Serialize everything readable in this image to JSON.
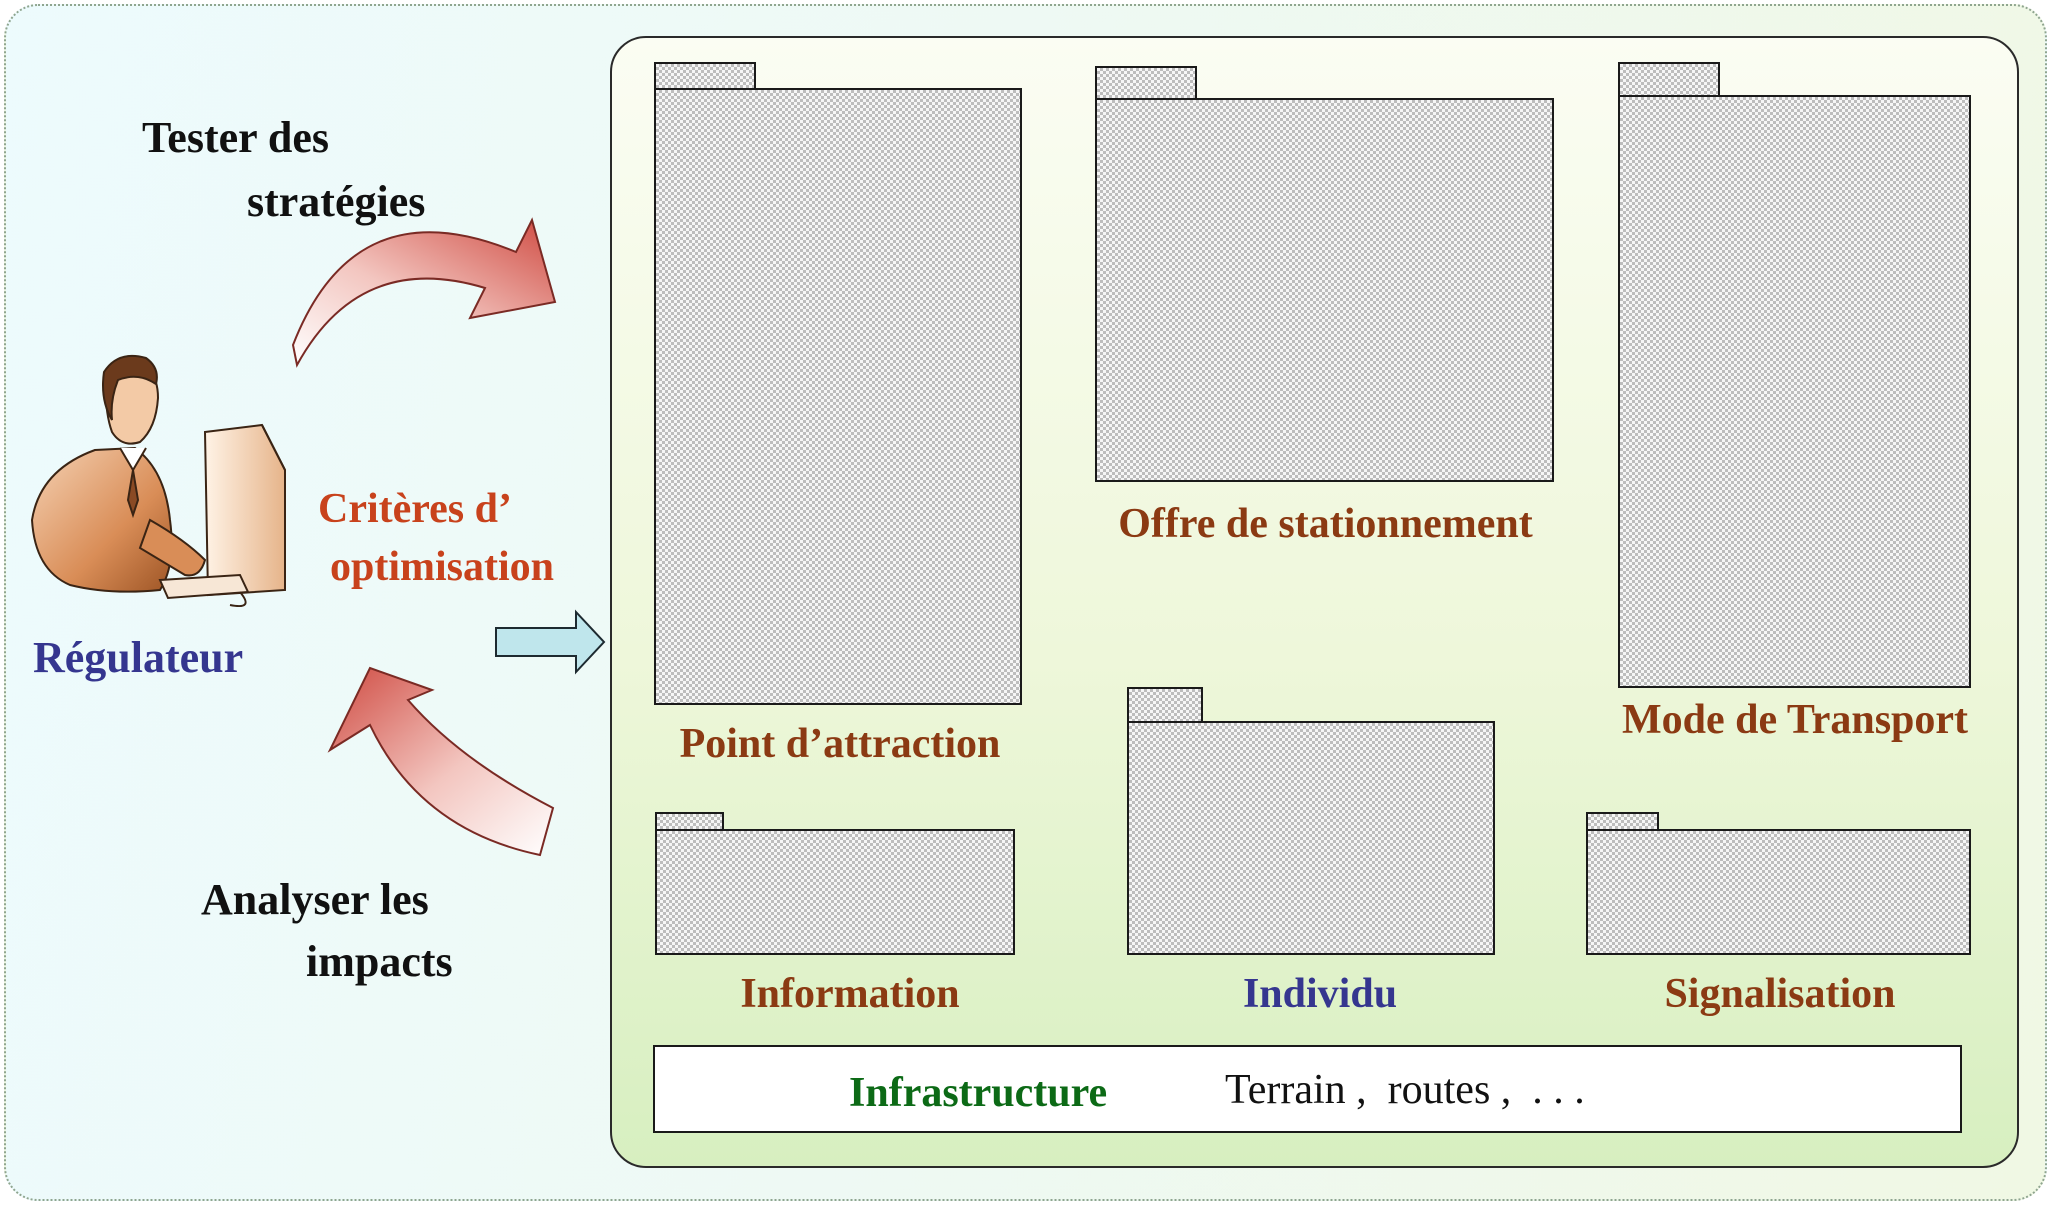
{
  "left": {
    "test_line1": "Tester  des",
    "test_line2": "stratégies",
    "criteria_line1": "Critères  d’",
    "criteria_line2": "optimisation",
    "regulator": "Régulateur",
    "analyse_line1": "Analyser  les",
    "analyse_line2": "impacts"
  },
  "packages": {
    "point": "Point  d’attraction",
    "offre": "Offre de stationnement",
    "mode": "Mode de Transport",
    "information": "Information",
    "individu": "Individu",
    "signalisation": "Signalisation"
  },
  "infrastructure": {
    "label": "Infrastructure",
    "details": "Terrain ,  routes ,  . . ."
  },
  "colors": {
    "label_red": "#c8421c",
    "label_brown": "#8b3a13",
    "label_blue": "#35368f",
    "label_green": "#0c6a16",
    "arrow_red": "#d2554d",
    "arrow_cyan": "#bfe6ec"
  },
  "icons": [
    "regulator-clipart-icon",
    "curved-arrow-icon",
    "right-arrow-icon"
  ]
}
